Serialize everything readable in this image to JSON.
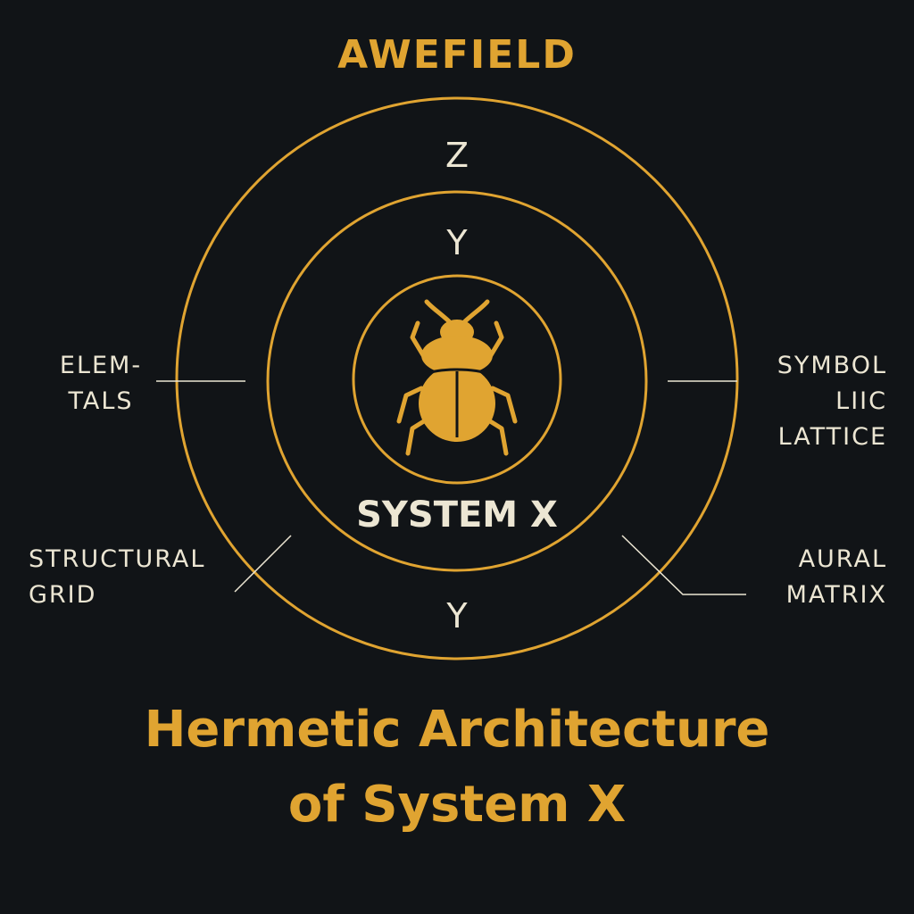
{
  "brand": "AWEFIELD",
  "title": {
    "line1": "Hermetic Architecture",
    "line2": "of System X"
  },
  "rings": {
    "outer_top": "Z",
    "middle_top": "Y",
    "outer_bottom": "Y"
  },
  "core": {
    "label": "SYSTEM X",
    "icon": "scarab-beetle-icon"
  },
  "labels": {
    "elementals": [
      "ELEM-",
      "TALS"
    ],
    "symbolic_lattice": [
      "SYMBOL",
      "LIIC",
      "LATTICE"
    ],
    "structural_grid": [
      "STRUCTURAL",
      "GRID"
    ],
    "aural_matrix": [
      "AURAL",
      "MATRIX"
    ]
  },
  "colors": {
    "background": "#111417",
    "gold": "#e0a431",
    "text": "#ece6d3"
  }
}
